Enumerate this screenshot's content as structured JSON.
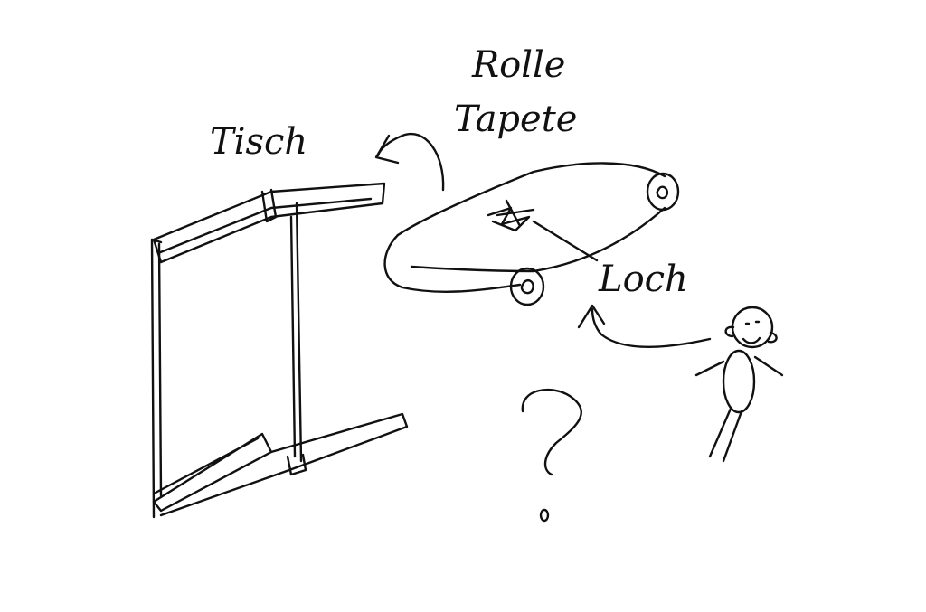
{
  "labels": {
    "table": "Tisch",
    "roll_line1": "Rolle",
    "roll_line2": "Tapete",
    "hole": "Loch",
    "question": "?"
  },
  "colors": {
    "ink": "#111111",
    "background": "#ffffff"
  }
}
